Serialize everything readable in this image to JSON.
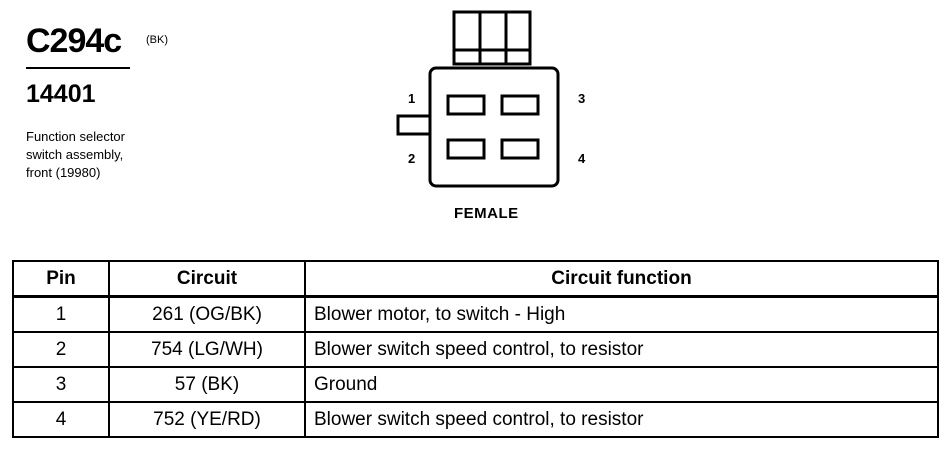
{
  "connector": {
    "code": "C294c",
    "color": "(BK)",
    "part_number": "14401",
    "description": [
      "Function selector",
      "switch assembly,",
      "front (19980)"
    ],
    "gender": "FEMALE",
    "pin_labels": [
      "1",
      "2",
      "3",
      "4"
    ]
  },
  "table": {
    "headers": [
      "Pin",
      "Circuit",
      "Circuit function"
    ],
    "rows": [
      {
        "pin": "1",
        "circuit": "261 (OG/BK)",
        "function": "Blower motor, to switch - High"
      },
      {
        "pin": "2",
        "circuit": "754 (LG/WH)",
        "function": "Blower switch speed control, to resistor"
      },
      {
        "pin": "3",
        "circuit": "57 (BK)",
        "function": "Ground"
      },
      {
        "pin": "4",
        "circuit": "752 (YE/RD)",
        "function": "Blower switch speed control, to resistor"
      }
    ]
  }
}
